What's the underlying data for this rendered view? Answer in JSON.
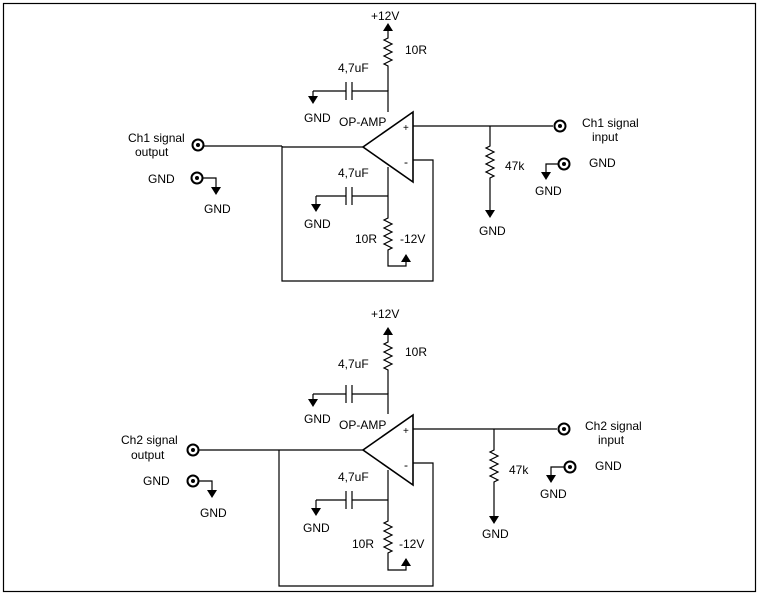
{
  "channels": [
    {
      "vplus": "+12V",
      "r_top": "10R",
      "cap_top": "4,7uF",
      "gnd_cap_top": "GND",
      "opamp": "OP-AMP",
      "plus_sign": "+",
      "minus_sign": "-",
      "output_label_1": "Ch1 signal",
      "output_label_2": "output",
      "gnd_out_label": "GND",
      "gnd_out_sym": "GND",
      "input_label_1": "Ch1 signal",
      "input_label_2": "input",
      "gnd_in_label": "GND",
      "gnd_in_sym": "GND",
      "r_in": "47k",
      "gnd_r_in": "GND",
      "cap_bot": "4,7uF",
      "gnd_cap_bot": "GND",
      "r_bot": "10R",
      "vminus": "-12V"
    },
    {
      "vplus": "+12V",
      "r_top": "10R",
      "cap_top": "4,7uF",
      "gnd_cap_top": "GND",
      "opamp": "OP-AMP",
      "plus_sign": "+",
      "minus_sign": "-",
      "output_label_1": "Ch2 signal",
      "output_label_2": "output",
      "gnd_out_label": "GND",
      "gnd_out_sym": "GND",
      "input_label_1": "Ch2 signal",
      "input_label_2": "input",
      "gnd_in_label": "GND",
      "gnd_in_sym": "GND",
      "r_in": "47k",
      "gnd_r_in": "GND",
      "cap_bot": "4,7uF",
      "gnd_cap_bot": "GND",
      "r_bot": "10R",
      "vminus": "-12V"
    }
  ]
}
